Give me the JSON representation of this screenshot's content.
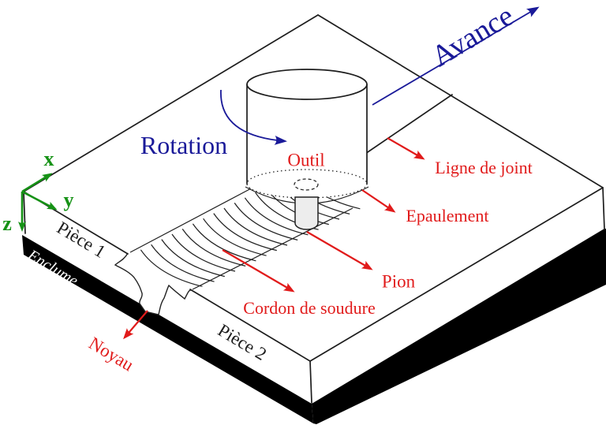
{
  "figure": {
    "labels": {
      "avance": "Avance",
      "rotation": "Rotation",
      "outil": "Outil",
      "ligne_de_joint": "Ligne de joint",
      "epaulement": "Epaulement",
      "pion": "Pion",
      "cordon_de_soudure": "Cordon de soudure",
      "noyau": "Noyau",
      "piece1": "Pièce 1",
      "piece2": "Pièce 2",
      "enclume": "Enclume"
    },
    "axes": {
      "x": "x",
      "y": "y",
      "z": "z"
    },
    "colors": {
      "motion_blue": "#1a1a99",
      "callout_red": "#e11b1b",
      "axis_green": "#169216",
      "outline_black": "#1d1d1d",
      "anvil_black": "#000000",
      "pin_gray": "#ededed",
      "background": "#ffffff"
    }
  }
}
